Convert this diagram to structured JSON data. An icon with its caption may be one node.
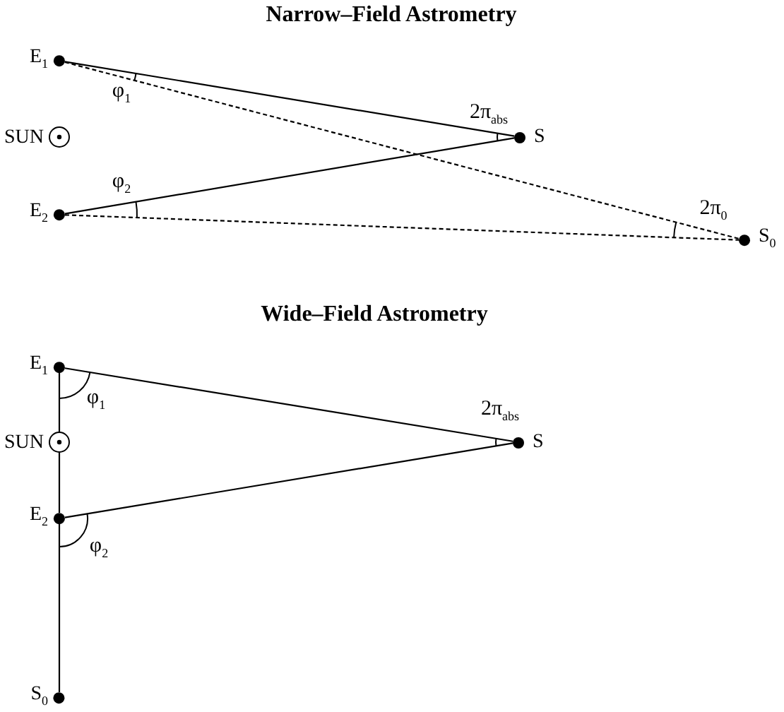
{
  "diagram": {
    "nodes": [
      {
        "text": [
          "E$_{1}$"
        ]
      },
      {
        "text": [
          "SUN"
        ]
      },
      {
        "text": [
          "E$_{2}$"
        ]
      },
      {
        "text": [
          "S"
        ]
      },
      {
        "text": [
          "S$_{0}$"
        ]
      },
      {
        "text": [
          "E$_{1}$"
        ]
      },
      {
        "text": [
          "SUN"
        ]
      },
      {
        "text": [
          "E$_{2}$"
        ]
      },
      {
        "text": [
          "S"
        ]
      },
      {
        "text": [
          "S$_{0}$"
        ]
      }
    ],
    "edges": [
      {
        "from": 0,
        "to": 3,
        "arrow": "none"
      },
      {
        "from": 2,
        "to": 3,
        "arrow": "none"
      },
      {
        "from": 0,
        "to": 4,
        "arrow": "none",
        "style": "dashed"
      },
      {
        "from": 2,
        "to": 4,
        "arrow": "none",
        "style": "dashed"
      },
      {
        "from": 5,
        "to": 8,
        "arrow": "none"
      },
      {
        "from": 7,
        "to": 8,
        "arrow": "none"
      },
      {
        "from": 5,
        "to": 6,
        "arrow": "none"
      },
      {
        "from": 6,
        "to": 7,
        "arrow": "none"
      },
      {
        "from": 7,
        "to": 9,
        "arrow": "none"
      }
    ],
    "labels": [
      "Narrow–Field Astrometry",
      "φ$_{1}$",
      "2π$_{abs}$",
      "φ$_{2}$",
      "2π$_{0}$",
      "Wide–Field Astrometry",
      "φ$_{1}$",
      "2π$_{abs}$",
      "φ$_{2}$"
    ]
  }
}
